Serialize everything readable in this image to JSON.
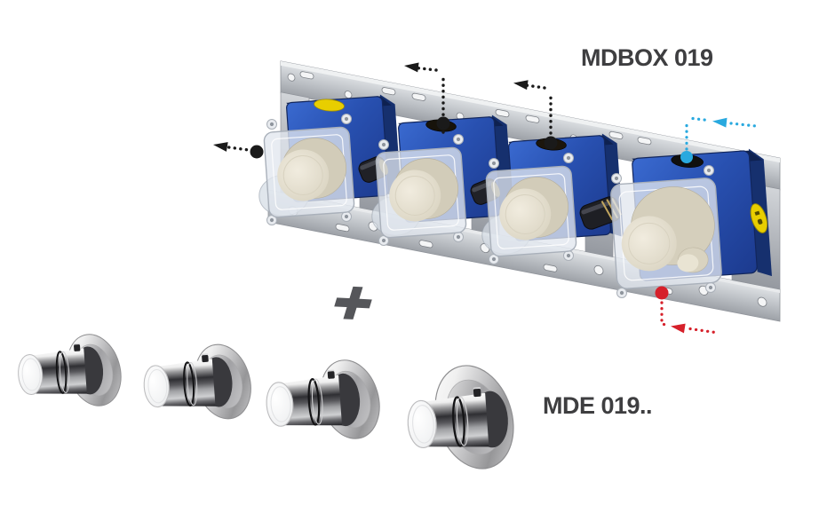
{
  "labels": {
    "rough_in_box": "MDBOX 019",
    "plus": "+",
    "trim_set": "MDE 019.."
  },
  "colors": {
    "text": "#3e3e40",
    "box_blue": "#2a55b5",
    "rail_gray": "#c6c9ce",
    "cold_inlet_blue": "#29a9df",
    "hot_inlet_red": "#d6202a",
    "outlet_black": "#1a1a1a",
    "label_yellow": "#e8ce00",
    "cap_beige": "#ebe6d6",
    "chrome_light": "#f2f3f4"
  },
  "diagram": {
    "valve_modules_count": 4,
    "trim_handles_count": 4,
    "markers": {
      "outlets": {
        "count": 3,
        "color": "#1a1a1a"
      },
      "cold_inlet": {
        "count": 1,
        "color": "#29a9df"
      },
      "hot_inlet": {
        "count": 1,
        "color": "#d6202a"
      }
    }
  }
}
